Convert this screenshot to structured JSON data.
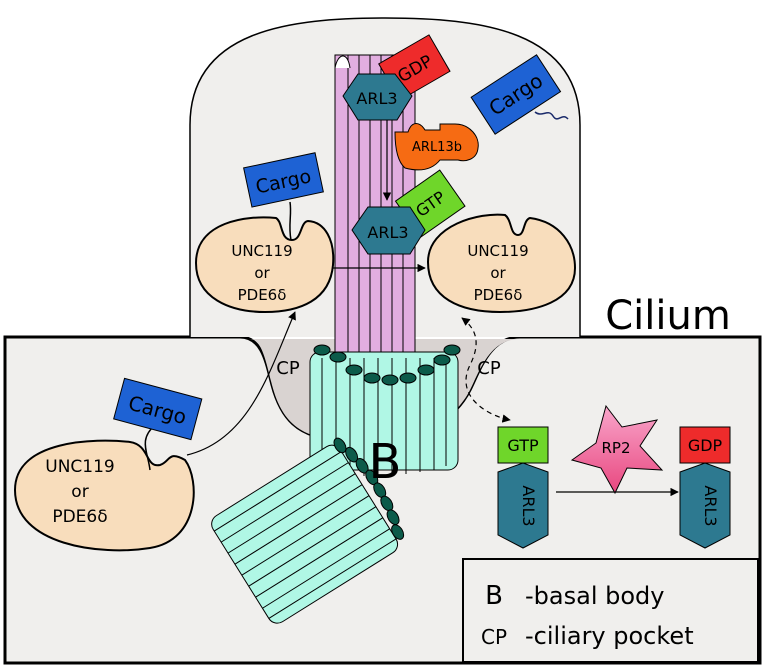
{
  "labels": {
    "cilium": "Cilium",
    "basal_body_marker": "B",
    "cp_left": "CP",
    "cp_right": "CP"
  },
  "carrier": {
    "line1": "UNC119",
    "line2": "or",
    "line3": "PDE6δ"
  },
  "proteins": {
    "cargo": "Cargo",
    "arl3": "ARL3",
    "gdp": "GDP",
    "gtp": "GTP",
    "arl13b": "ARL13b",
    "rp2": "RP2"
  },
  "legend": {
    "b_symbol": "B",
    "b_text": "-basal body",
    "cp_symbol": "CP",
    "cp_text": "-ciliary pocket"
  },
  "colors": {
    "cell_background": "#f0efed",
    "cilium_pocket": "#d9d3d1",
    "microtubule": "#e2aee0",
    "basal_body": "#b0f7e5",
    "basal_body_end": "#0c5b4a",
    "carrier": "#f8ddbc",
    "cargo": "#1e62d4",
    "arl3": "#2d7990",
    "gdp": "#ee2b2b",
    "gtp": "#6fd62a",
    "arl13b": "#f66b13",
    "rp2": "#f06aa5"
  }
}
